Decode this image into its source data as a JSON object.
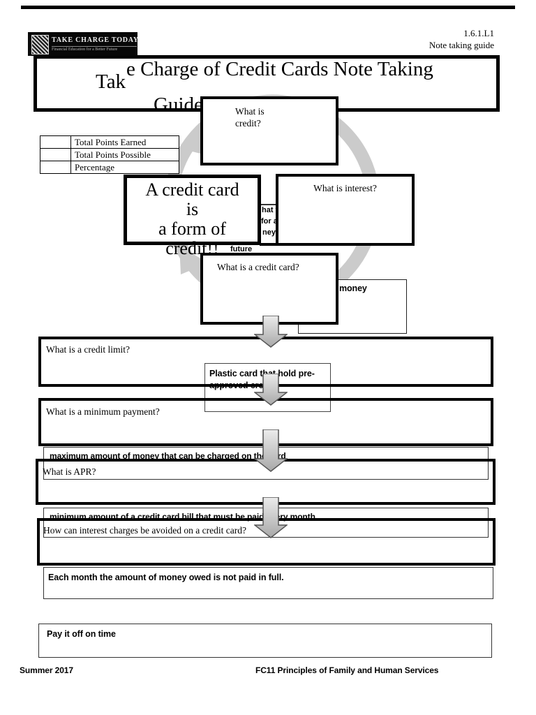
{
  "header": {
    "doc_code": "1.6.1.L1",
    "doc_type": "Note taking guide"
  },
  "logo": {
    "name": "TAKE CHARGE TODAY",
    "tagline": "Financial Education for a Better Future"
  },
  "title": {
    "fragment_mid": "Tak",
    "fragment_top": "e Charge of Credit Cards Note Taking",
    "fragment_bottom": "Guide"
  },
  "score_table": {
    "rows": [
      "Total Points Earned",
      "Total Points Possible",
      "Percentage"
    ]
  },
  "cycle": {
    "what_is_credit_q": "What is credit?",
    "what_is_interest_q": "What is interest?",
    "credit_card_statement": [
      "A credit card",
      "is",
      "a form of",
      "credit!!"
    ],
    "what_is_credit_card_q": "What is a credit card?",
    "hidden_fragment_1": "hat y",
    "hidden_fragment_2": "for a",
    "hidden_fragment_3": "ney",
    "hidden_fragment_future": "future",
    "hidden_fragment_money": "money"
  },
  "flow": {
    "credit_limit_q": "What is a credit limit?",
    "plastic_card_line1": "Plastic card that hold pre-",
    "plastic_card_line2": "approved cre",
    "min_payment_q": "What is a minimum payment?",
    "credit_limit_a": "maximum amount of money that can be charged on the card",
    "apr_q": "What is APR?",
    "min_payment_a": "minimum amount of a credit card bill that must be paid every month",
    "avoid_interest_q": "How can interest charges be avoided on a credit card?",
    "apr_a": "Each month the amount of money owed is not paid in full.",
    "avoid_interest_a": "Pay it off on time"
  },
  "footer": {
    "left": "Summer 2017",
    "right": "FC11 Principles of Family and Human Services"
  },
  "colors": {
    "ring": "#cbcbcb",
    "arrow_stroke": "#555555",
    "border": "#000000"
  }
}
